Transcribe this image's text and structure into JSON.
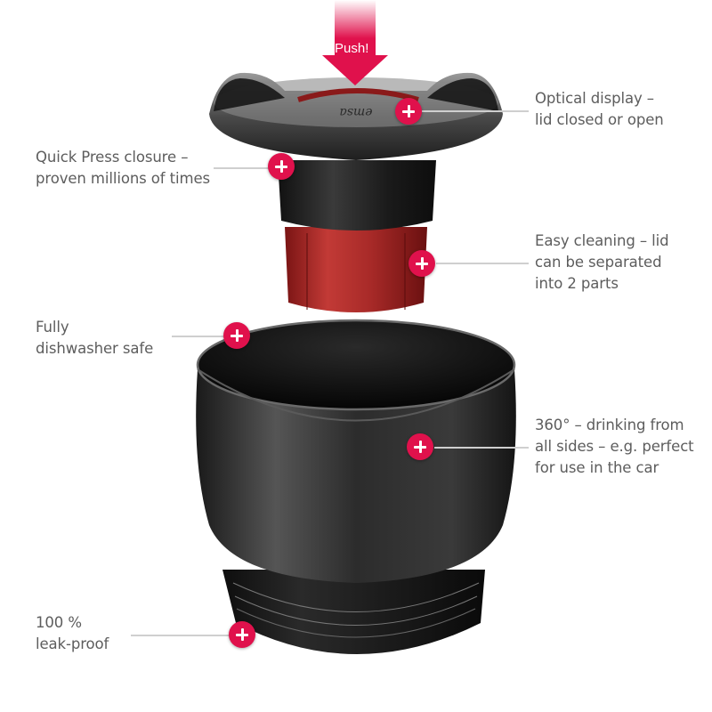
{
  "push": {
    "label": "Push!",
    "color": "#e0114c"
  },
  "brand": {
    "accent": "#e0114c",
    "text_color": "#5d5d5d",
    "line_color": "#cfcfcf"
  },
  "callouts": [
    {
      "id": "optical-display",
      "side": "right",
      "lines": [
        "Optical display –",
        "lid closed or open"
      ]
    },
    {
      "id": "quick-press",
      "side": "left",
      "lines": [
        "Quick Press closure –",
        "proven millions of times"
      ]
    },
    {
      "id": "easy-cleaning",
      "side": "right",
      "lines": [
        "Easy cleaning – lid",
        "can be separated",
        "into 2 parts"
      ]
    },
    {
      "id": "dishwasher-safe",
      "side": "left",
      "lines": [
        "Fully",
        "dishwasher safe"
      ]
    },
    {
      "id": "drinking-360",
      "side": "right",
      "lines": [
        "360° – drinking from",
        "all sides – e.g. perfect",
        "for use in the car"
      ]
    },
    {
      "id": "leak-proof",
      "side": "left",
      "lines": [
        "100 %",
        "leak-proof"
      ]
    }
  ]
}
